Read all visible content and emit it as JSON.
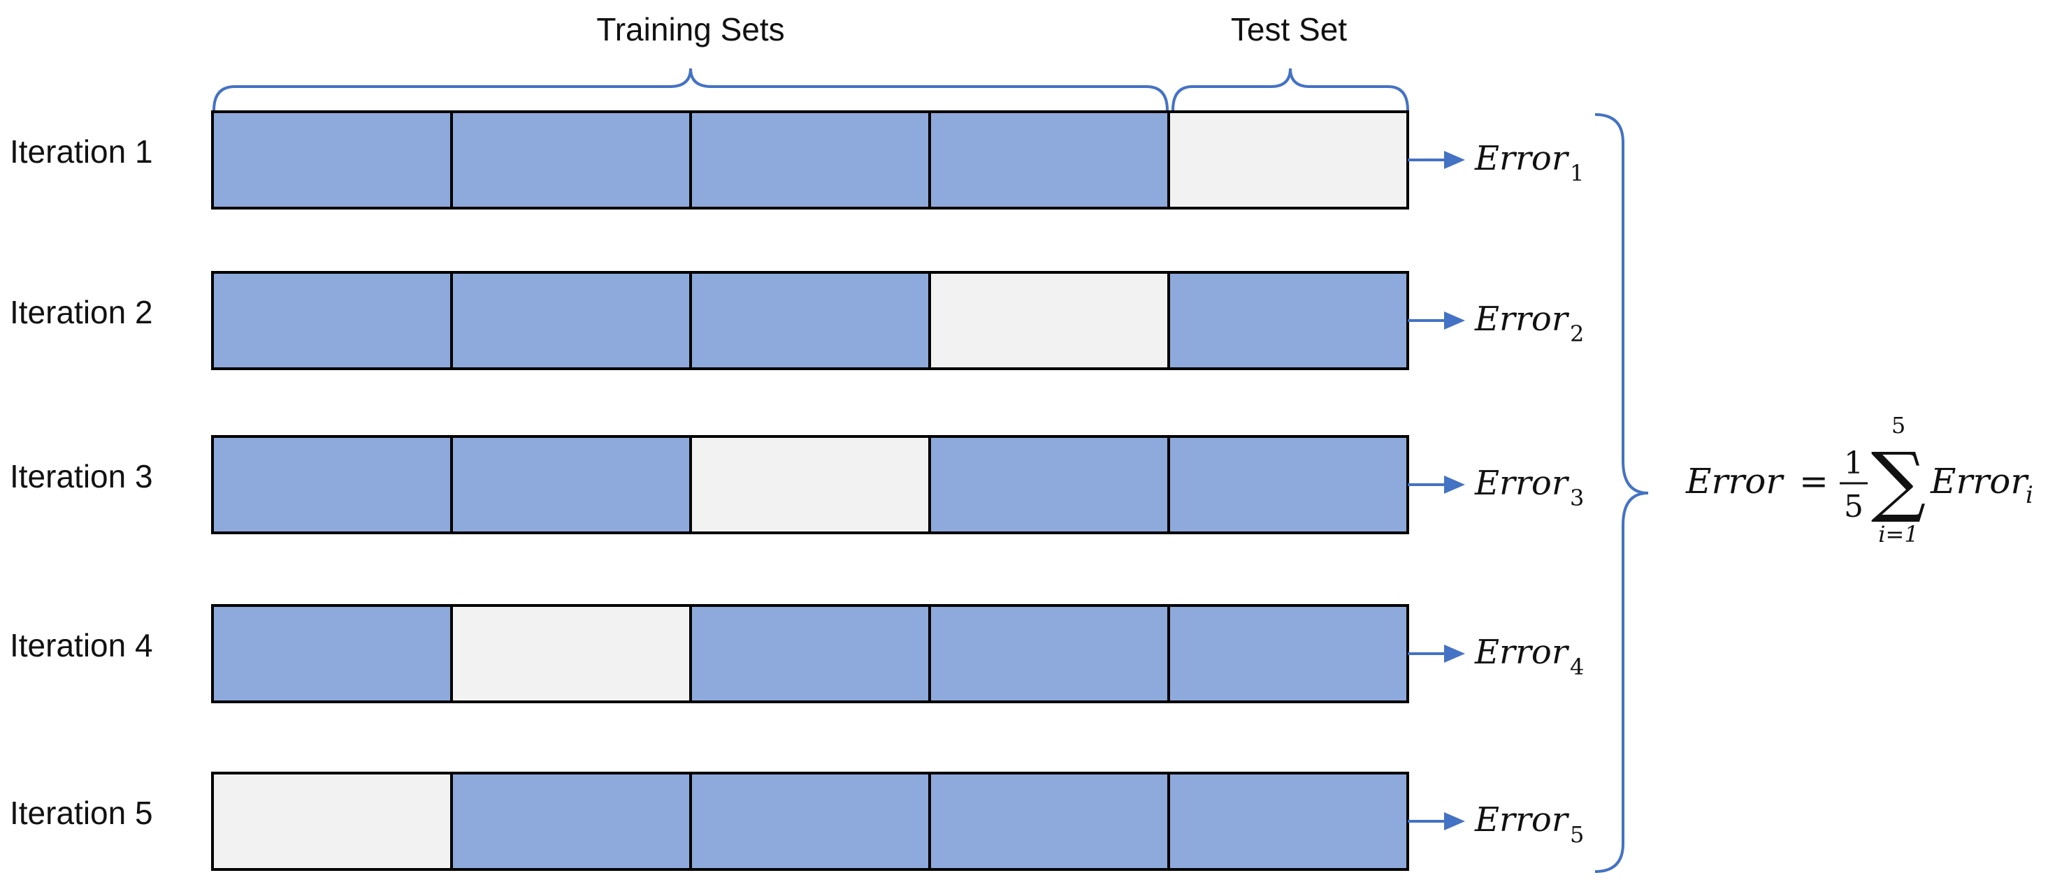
{
  "header": {
    "training_label": "Training Sets",
    "test_label": "Test Set"
  },
  "iterations": [
    {
      "label": "Iteration 1",
      "test_fold": 5,
      "error_name": "Error",
      "error_sub": "1"
    },
    {
      "label": "Iteration 2",
      "test_fold": 4,
      "error_name": "Error",
      "error_sub": "2"
    },
    {
      "label": "Iteration 3",
      "test_fold": 3,
      "error_name": "Error",
      "error_sub": "3"
    },
    {
      "label": "Iteration 4",
      "test_fold": 2,
      "error_name": "Error",
      "error_sub": "4"
    },
    {
      "label": "Iteration 5",
      "test_fold": 1,
      "error_name": "Error",
      "error_sub": "5"
    }
  ],
  "folds_per_row": 5,
  "formula": {
    "lhs": "Error",
    "equals": "=",
    "numerator": "1",
    "denominator": "5",
    "sigma": "∑",
    "upper": "5",
    "lower": "i=1",
    "term": "Error",
    "term_sub": "i"
  },
  "colors": {
    "train": "#8EA9DB",
    "test": "#F2F2F2",
    "border": "#000000",
    "accent": "#4472C4"
  }
}
